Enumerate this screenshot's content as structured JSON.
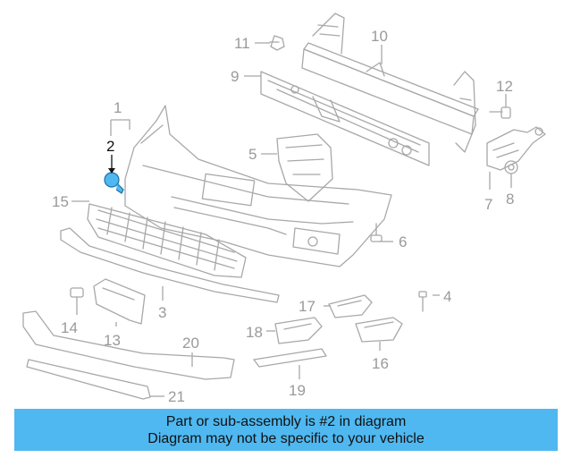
{
  "diagram": {
    "highlight_color": "#4fb8f0",
    "callouts": [
      {
        "id": "c1",
        "label": "1"
      },
      {
        "id": "c2",
        "label": "2",
        "highlighted": true
      },
      {
        "id": "c3",
        "label": "3"
      },
      {
        "id": "c4",
        "label": "4"
      },
      {
        "id": "c5",
        "label": "5"
      },
      {
        "id": "c6",
        "label": "6"
      },
      {
        "id": "c7",
        "label": "7"
      },
      {
        "id": "c8",
        "label": "8"
      },
      {
        "id": "c9",
        "label": "9"
      },
      {
        "id": "c10",
        "label": "10"
      },
      {
        "id": "c11",
        "label": "11"
      },
      {
        "id": "c12",
        "label": "12"
      },
      {
        "id": "c13",
        "label": "13"
      },
      {
        "id": "c14",
        "label": "14"
      },
      {
        "id": "c15",
        "label": "15"
      },
      {
        "id": "c16",
        "label": "16"
      },
      {
        "id": "c17",
        "label": "17"
      },
      {
        "id": "c18",
        "label": "18"
      },
      {
        "id": "c19",
        "label": "19"
      },
      {
        "id": "c20",
        "label": "20"
      },
      {
        "id": "c21",
        "label": "21"
      }
    ]
  },
  "banner": {
    "line1": "Part or sub-assembly is #2 in diagram",
    "line2": "Diagram may not be specific to your vehicle"
  }
}
